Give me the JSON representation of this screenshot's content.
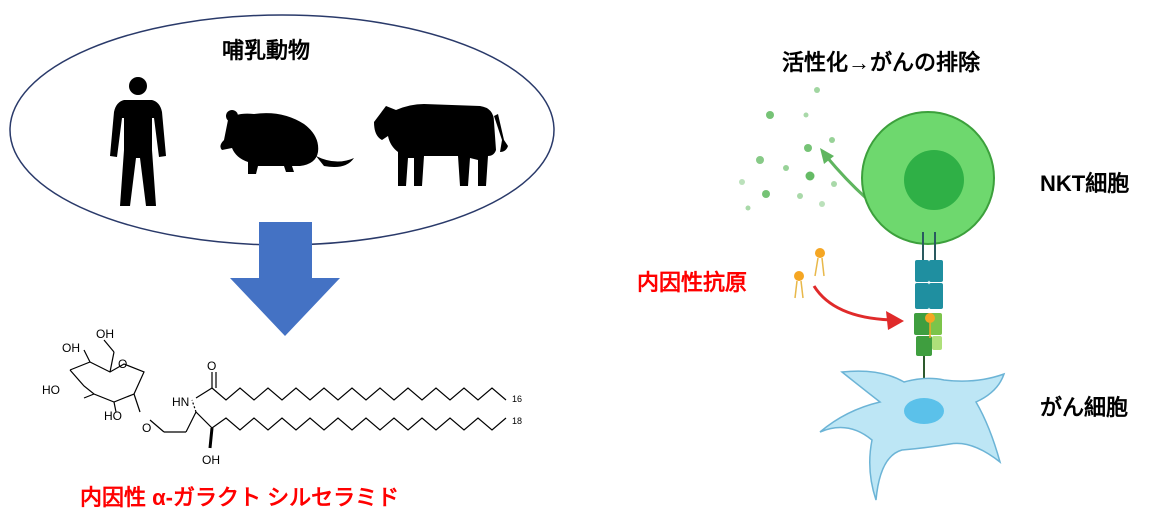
{
  "left": {
    "ellipse_title": "哺乳動物",
    "molecule_name": "内因性 α-ガラクト シルセラミド",
    "molecule_labels": {
      "oh_top_a": "OH",
      "oh_top_b": "OH",
      "ho_left": "HO",
      "ho_mid": "HO",
      "o_ring": "O",
      "o_link": "O",
      "o_carbonyl": "O",
      "nh": "HN",
      "oh_bottom": "OH",
      "chain16": "16",
      "chain18": "18"
    }
  },
  "right": {
    "title": "活性化→がんの排除",
    "nkt_label": "NKT細胞",
    "antigen_label": "内因性抗原",
    "cancer_label": "がん細胞"
  },
  "colors": {
    "arrow_blue": "#4472c4",
    "red_text": "#ff0000",
    "nkt_outer": "#6ed86e",
    "nkt_inner": "#2fb046",
    "receptor_teal": "#1f8fa0",
    "cd1d_green": "#3f9e3f",
    "cancer_fill": "#bde6f5",
    "cancer_nucleus": "#5bc1ea",
    "antigen_orange": "#f5a623"
  }
}
